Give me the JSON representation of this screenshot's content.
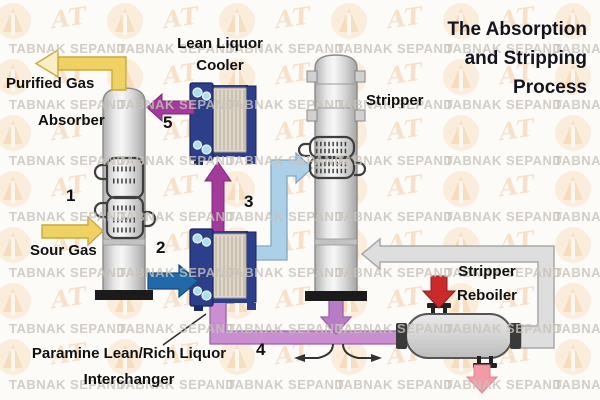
{
  "title": {
    "line1": "The Absorption",
    "line2": "and Stripping",
    "line3": "Process"
  },
  "labels": {
    "purified_gas": "Purified Gas",
    "absorber": "Absorber",
    "sour_gas": "Sour Gas",
    "lean_liquor_cooler_line1": "Lean Liquor",
    "lean_liquor_cooler_line2": "Cooler",
    "stripper": "Stripper",
    "stripper_reboiler_line1": "Stripper",
    "stripper_reboiler_line2": "Reboiler",
    "interchanger_line1": "Paramine Lean/Rich Liquor",
    "interchanger_line2": "Interchanger"
  },
  "steps": {
    "s1": "1",
    "s2": "2",
    "s3": "3",
    "s4": "4",
    "s5": "5"
  },
  "watermark": {
    "text": "TABNAK SEPAND",
    "logo_text": "AT"
  },
  "colors": {
    "title_text": "#14141e",
    "label_text": "#101010",
    "yellow_stream": "#f0d163",
    "yellow_head_light": "#f8efc4",
    "magenta_stream": "#a43a9b",
    "blue_stream": "#2169a8",
    "light_blue_stream": "#abd0e8",
    "violet_stream": "#c98fd1",
    "violet_arrow": "#b87cc6",
    "gray_stream": "#dedede",
    "red_arrow": "#cc2a2a",
    "pink_arrow": "#f49aa6",
    "exchanger_blue": "#2d3f8a",
    "vessel_gray": "#d9d9d9",
    "watermark_text_color": "#c8c2ba",
    "watermark_logo_color": "#f6d4ab"
  }
}
